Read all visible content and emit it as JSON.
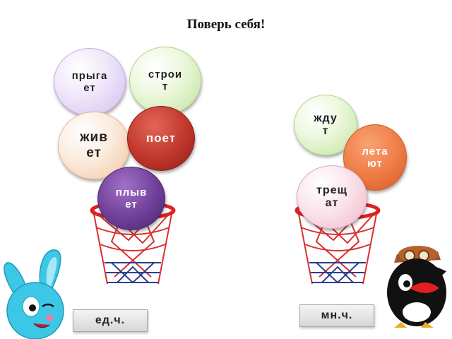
{
  "title": "Поверь себя!",
  "balls": {
    "prygaet": "прыга\nет",
    "stroit": "строи\nт",
    "zhivet": "жив\nет",
    "poet": "поет",
    "plyvet": "плыв\nет",
    "zhdut": "жду\nт",
    "letayut": "лета\nют",
    "treshchat": "трещ\nат"
  },
  "baskets": {
    "left_label": "ед.ч.",
    "right_label": "мн.ч."
  },
  "colors": {
    "rim": "#e02020",
    "net_red": "#d83030",
    "net_blue": "#2a3f8f",
    "krosh": "#3cc7e6",
    "bird": "#111111"
  }
}
